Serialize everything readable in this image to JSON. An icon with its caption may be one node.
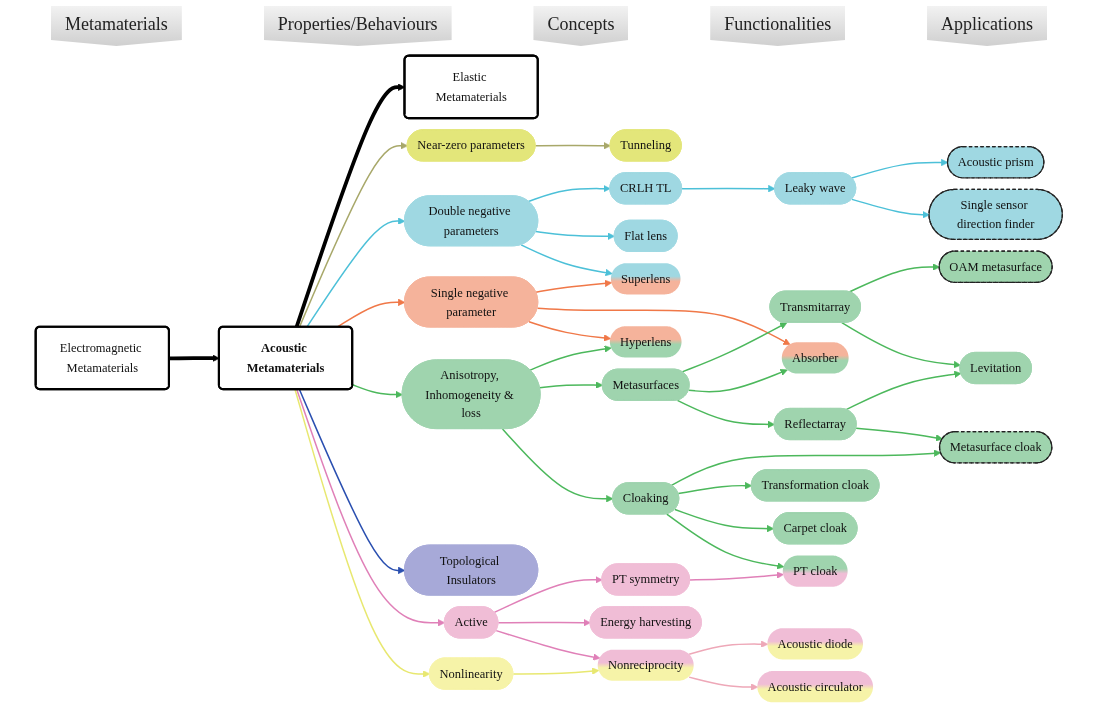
{
  "diagram": {
    "nodes": [
      {
        "text": [
          "Electromagnetic Metamaterials"
        ]
      },
      {
        "text": [
          "Acoustic Metamaterials"
        ]
      },
      {
        "text": [
          "Elastic Metamaterials"
        ]
      },
      {
        "text": [
          "Near-zero parameters"
        ]
      },
      {
        "text": [
          "Double negative parameters"
        ]
      },
      {
        "text": [
          "Single negative parameter"
        ]
      },
      {
        "text": [
          "Anisotropy, Inhomogeneity & loss"
        ]
      },
      {
        "text": [
          "Topological Insulators"
        ]
      },
      {
        "text": [
          "Active"
        ]
      },
      {
        "text": [
          "Nonlinearity"
        ]
      },
      {
        "text": [
          "CRLH TL"
        ]
      },
      {
        "text": [
          "Flat lens"
        ]
      },
      {
        "text": [
          "Superlens"
        ]
      },
      {
        "text": [
          "Hyperlens"
        ]
      },
      {
        "text": [
          "Metasurfaces"
        ]
      },
      {
        "text": [
          "Cloaking"
        ]
      },
      {
        "text": [
          "PT symmetry"
        ]
      },
      {
        "text": [
          "Energy harvesting"
        ]
      },
      {
        "text": [
          "Nonreciprocity"
        ]
      },
      {
        "text": [
          "Tunneling"
        ]
      },
      {
        "text": [
          "Leaky wave"
        ]
      },
      {
        "text": [
          "Transmitarray"
        ]
      },
      {
        "text": [
          "Absorber"
        ]
      },
      {
        "text": [
          "Reflectarray"
        ]
      },
      {
        "text": [
          "Acoustic prism"
        ]
      },
      {
        "text": [
          "Single sensor direction finder"
        ]
      },
      {
        "text": [
          "OAM metasurface"
        ]
      },
      {
        "text": [
          "Levitation"
        ]
      },
      {
        "text": [
          "Metasurface cloak"
        ]
      },
      {
        "text": [
          "Transformation cloak"
        ]
      },
      {
        "text": [
          "Carpet cloak"
        ]
      },
      {
        "text": [
          "PT cloak"
        ]
      },
      {
        "text": [
          "Acoustic diode"
        ]
      },
      {
        "text": [
          "Acoustic circulator"
        ]
      }
    ],
    "edges": [
      {
        "from": 0,
        "to": 1,
        "arrow": "to",
        "style": "thick",
        "color": "#000000"
      },
      {
        "from": 1,
        "to": 2,
        "arrow": "to",
        "style": "thick",
        "color": "#000000"
      },
      {
        "from": 1,
        "to": 3,
        "arrow": "to",
        "color": "#a8a86a"
      },
      {
        "from": 1,
        "to": 4,
        "arrow": "to",
        "color": "#4cc0d8"
      },
      {
        "from": 1,
        "to": 5,
        "arrow": "to",
        "color": "#f07848"
      },
      {
        "from": 1,
        "to": 6,
        "arrow": "to"
      },
      {
        "from": 1,
        "to": 7,
        "arrow": "to",
        "color": "#2a4fb0"
      },
      {
        "from": 1,
        "to": 8,
        "arrow": "to",
        "color": "#e080b8"
      },
      {
        "from": 1,
        "to": 9,
        "arrow": "to",
        "color": "#e8e870"
      },
      {
        "from": 3,
        "to": 19,
        "arrow": "to",
        "color": "#a8a86a"
      },
      {
        "from": 4,
        "to": 10,
        "arrow": "to",
        "color": "#4cc0d8"
      },
      {
        "from": 4,
        "to": 11,
        "arrow": "to",
        "color": "#4cc0d8"
      },
      {
        "from": 4,
        "to": 12,
        "arrow": "to",
        "color": "#4cc0d8"
      },
      {
        "from": 5,
        "to": 12,
        "arrow": "to",
        "color": "#f07848"
      },
      {
        "from": 5,
        "to": 22,
        "arrow": "to",
        "color": "#f07848"
      },
      {
        "from": 5,
        "to": 13,
        "arrow": "to",
        "color": "#f07848"
      },
      {
        "from": 6,
        "to": 13,
        "arrow": "to"
      },
      {
        "from": 6,
        "to": 14,
        "arrow": "to"
      },
      {
        "from": 6,
        "to": 15,
        "arrow": "to"
      },
      {
        "from": 8,
        "to": 16,
        "arrow": "to",
        "color": "#e080b8"
      },
      {
        "from": 8,
        "to": 17,
        "arrow": "to",
        "color": "#e080b8"
      },
      {
        "from": 8,
        "to": 18,
        "arrow": "to",
        "color": "#e080b8"
      },
      {
        "from": 9,
        "to": 18,
        "arrow": "to",
        "color": "#e8e870"
      },
      {
        "from": 10,
        "to": 20,
        "arrow": "to",
        "color": "#4cc0d8"
      },
      {
        "from": 14,
        "to": 21,
        "arrow": "to"
      },
      {
        "from": 14,
        "to": 22,
        "arrow": "to"
      },
      {
        "from": 14,
        "to": 23,
        "arrow": "to"
      },
      {
        "from": 15,
        "to": 28,
        "arrow": "to"
      },
      {
        "from": 15,
        "to": 29,
        "arrow": "to"
      },
      {
        "from": 15,
        "to": 30,
        "arrow": "to"
      },
      {
        "from": 15,
        "to": 31,
        "arrow": "to"
      },
      {
        "from": 16,
        "to": 31,
        "arrow": "to",
        "color": "#e080b8"
      },
      {
        "from": 18,
        "to": 32,
        "arrow": "to",
        "color": "#eea8b8"
      },
      {
        "from": 18,
        "to": 33,
        "arrow": "to",
        "color": "#eea8b8"
      },
      {
        "from": 20,
        "to": 24,
        "arrow": "to",
        "color": "#4cc0d8"
      },
      {
        "from": 20,
        "to": 25,
        "arrow": "to",
        "color": "#4cc0d8"
      },
      {
        "from": 21,
        "to": 26,
        "arrow": "to"
      },
      {
        "from": 21,
        "to": 27,
        "arrow": "to"
      },
      {
        "from": 23,
        "to": 27,
        "arrow": "to"
      },
      {
        "from": 23,
        "to": 28,
        "arrow": "to"
      }
    ],
    "labels": [
      "Metamaterials",
      "Properties/Behaviours",
      "Concepts",
      "Functionalities",
      "Applications"
    ]
  }
}
